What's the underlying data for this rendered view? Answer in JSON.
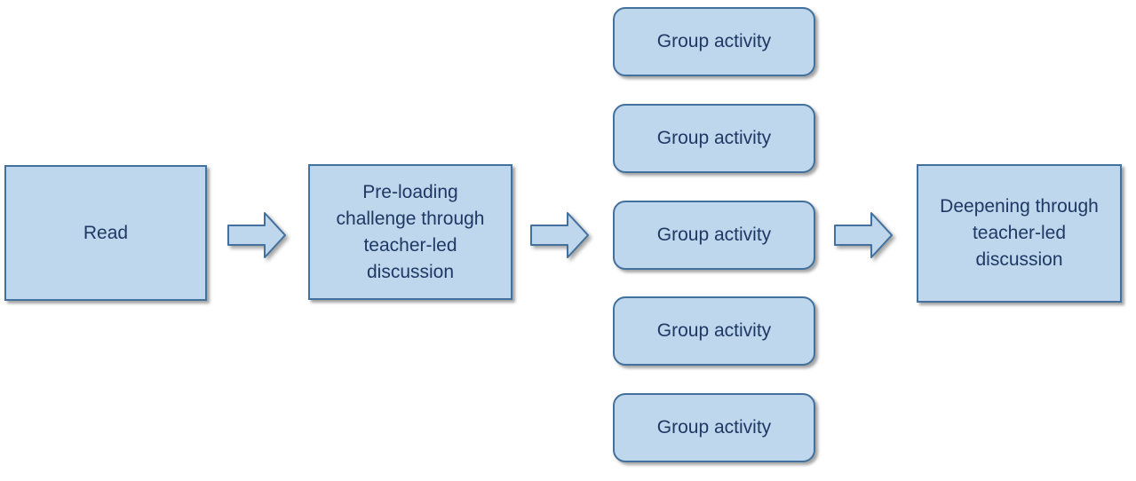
{
  "diagram": {
    "type": "flowchart",
    "colors": {
      "node_fill": "#BFD7ED",
      "node_border": "#41719C",
      "text": "#1F3864",
      "background": "#FFFFFF"
    },
    "nodes": {
      "read": {
        "label": "Read"
      },
      "preloading": {
        "label": "Pre-loading\nchallenge through\nteacher-led\ndiscussion"
      },
      "group_activities": [
        {
          "label": "Group activity"
        },
        {
          "label": "Group activity"
        },
        {
          "label": "Group activity"
        },
        {
          "label": "Group activity"
        },
        {
          "label": "Group activity"
        }
      ],
      "deepening": {
        "label": "Deepening through\nteacher-led\ndiscussion"
      }
    },
    "arrows": [
      {
        "name": "read-to-preloading",
        "direction": "right"
      },
      {
        "name": "preloading-to-group-activities",
        "direction": "right"
      },
      {
        "name": "group-activities-to-deepening",
        "direction": "right"
      }
    ]
  }
}
